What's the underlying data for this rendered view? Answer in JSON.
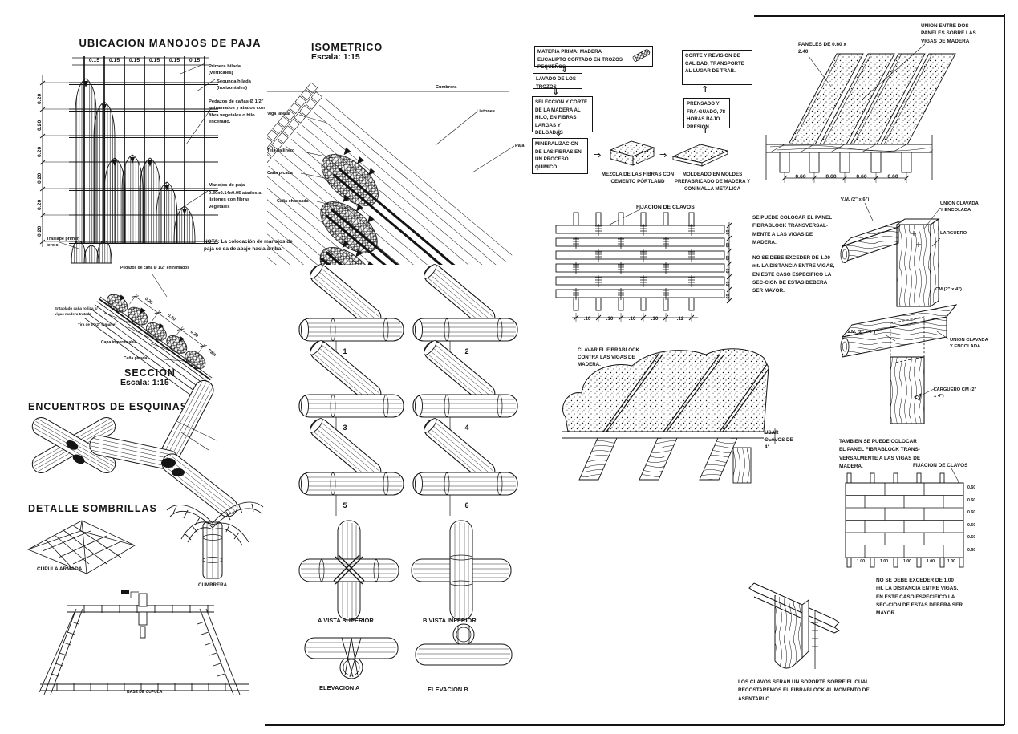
{
  "palette": {
    "ink": "#141414",
    "paper": "#ffffff"
  },
  "ubicacion": {
    "title": "UBICACION MANOJOS DE PAJA",
    "top_dims": [
      "0.15",
      "0.15",
      "0.15",
      "0.15",
      "0.15",
      "0.15"
    ],
    "left_dims": [
      "0.20",
      "0.20",
      "0.20",
      "0.20",
      "0.20",
      "0.20"
    ],
    "lbl_primera": "Primera hilada (verticales)",
    "lbl_segunda": "Segunda hilada (horizontales)",
    "lbl_pedazos": "Pedazos de cañas Ø 1/2\" entramados y atados con fibra vegetales o hilo encerado.",
    "lbl_manojos_t": "Manojos de paja",
    "lbl_manojos_b": "0.30x0.14x0.05 atados a listones con fibras vegetales",
    "lbl_traslape": "Traslape primer tercio",
    "nota": "NOTA:  La colocación de manojos de paja se da de abajo hacia arriba."
  },
  "isometrico": {
    "title": "ISOMETRICO",
    "scale": "Escala: 1:15",
    "lbl_cumbrera": "Cumbrera",
    "lbl_viga": "Viga lateral",
    "lbl_tela": "Tela gallinero",
    "lbl_cana": "Caña picada",
    "lbl_chancada": "Caña chancada",
    "lbl_listones": "Listones",
    "lbl_paja": "Paja"
  },
  "proceso": {
    "box_materia": "MATERIA PRIMA: MADERA EUCALIPTO CORTADO EN TROZOS PEQUEÑOS",
    "box_lavado": "LAVADO DE LOS TROZOS",
    "box_seleccion": "SELECCION Y CORTE DE LA MADERA AL HILO, EN FIBRAS LARGAS Y DELGADAS",
    "box_mineral": "MINERALIZACION DE LAS FIBRAS EN UN PROCESO QUIMICO",
    "cap_mezcla": "MEZCLA DE LAS FIBRAS CON CEMENTO PÓRTLAND",
    "cap_moldeado": "MOLDEADO EN MOLDES PREFABRICADO DE MADERA Y CON MALLA METALICA",
    "box_prensado": "PRENSADO Y FRA-GUADO, 78 HORAS BAJO PRESION.",
    "box_corte": "CORTE Y REVISION DE CALIDAD, TRANSPORTE AL LUGAR DE TRAB."
  },
  "paneles": {
    "lbl_paneles": "PANELES DE 0.60 x 2.40",
    "lbl_union": "UNION ENTRE DOS PANELES SOBRE LAS VIGAS DE MADERA",
    "dims": [
      "0.60",
      "0.60",
      "0.60",
      "0.60"
    ]
  },
  "fijacion1": {
    "title": "FIJACION DE CLAVOS",
    "bottom_dims": [
      ".10",
      ".10",
      ".10",
      ".10",
      ".12"
    ],
    "right_dims": [
      ".60",
      ".60",
      ".60",
      ".60",
      ".60",
      ".60"
    ]
  },
  "notas_panel": {
    "se_puede": "SE PUEDE COLOCAR EL PANEL FIBRABLOCK TRANSVERSAL-MENTE A LAS VIGAS DE MADERA.",
    "no_exceder": "NO SE DEBE EXCEDER DE 1.00 mt. LA DISTANCIA ENTRE VIGAS, EN ESTE CASO ESPECIFICO LA SEC-CION DE ESTAS DEBERA SER MAYOR."
  },
  "union_sup": {
    "vm": "V.M. (2\" x 6\")",
    "union": "UNION CLAVADA Y ENCOLADA",
    "larguero": "LARGUERO",
    "cm": "CM (2\" x 4\")"
  },
  "union_inf": {
    "vm": "V.M. (2\" x 6\")",
    "union": "UNION CLAVADA Y ENCOLADA",
    "larguero": "LARGUERO CM (2\" x 4\")"
  },
  "clavar": {
    "texto": "CLAVAR EL FIBRABLOCK CONTRA LAS VIGAS DE MADERA.",
    "usar": "USAR CLAVOS DE 4\""
  },
  "fijacion2": {
    "texto": "TAMBIEN SE PUEDE COLOCAR EL PANEL FIBRABLOCK TRANS-VERSALMENTE A LAS VIGAS DE MADERA.",
    "title": "FIJACION DE CLAVOS",
    "right_dims": [
      "0.60",
      "0.60",
      "0.60",
      "0.60",
      "0.60",
      "0.60"
    ],
    "bottom_dims": [
      "1.00",
      "1.00",
      "1.00",
      "1.00",
      "1.00"
    ],
    "no_exceder": "NO SE DEBE EXCEDER DE 1.00 mt. LA DISTANCIA ENTRE VIGAS, EN ESTE CASO ESPECIFICO LA SEC-CION DE ESTAS DEBERA SER MAYOR."
  },
  "soporte": {
    "texto": "LOS CLAVOS SERAN UN SOPORTE SOBRE EL CUAL RECOSTAREMOS EL FIBRABLOCK AL MOMENTO DE ASENTARLO."
  },
  "seccion": {
    "title": "SECCION",
    "scale": "Escala: 1:15",
    "lbl_pedazos": "Pedazos de caña Ø 1/2\" entramados",
    "lbl_entablado": "Entablado caña rolliza s/ vigas madera tratada",
    "lbl_tira": "Tira de 2\"x2\" (amarre)",
    "lbl_capa": "Capa impermeable",
    "lbl_cana": "Caña picada",
    "lbl_paja": "Paja",
    "dims": [
      "0.20",
      "0.20",
      "0.20"
    ]
  },
  "esquinas": {
    "title": "ENCUENTROS DE ESQUINAS"
  },
  "sombrillas": {
    "title": "DETALLE SOMBRILLAS",
    "lbl_cupula": "CUPULA ARMADA",
    "lbl_cumbrera": "CUMBRERA",
    "lbl_base": "BASE DE CUPULA"
  },
  "uniones_bambu": {
    "numeros": [
      "1",
      "2",
      "3",
      "4",
      "5",
      "6"
    ],
    "vista_a": "A VISTA SUPERIOR",
    "vista_b": "B VISTA INFERIOR",
    "elev_a": "ELEVACION A",
    "elev_b": "ELEVACION B"
  }
}
